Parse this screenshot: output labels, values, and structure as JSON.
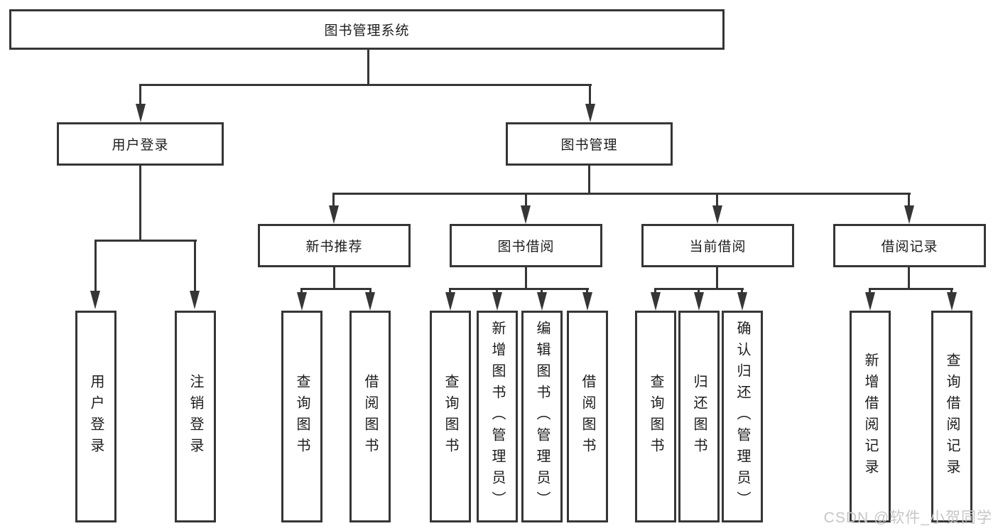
{
  "diagram": {
    "title": "图书管理系统",
    "branches": [
      {
        "label": "用户登录",
        "leaves": [
          {
            "label": "用户登录"
          },
          {
            "label": "注销登录"
          }
        ]
      },
      {
        "label": "图书管理",
        "groups": [
          {
            "label": "新书推荐",
            "leaves": [
              {
                "label": "查询图书"
              },
              {
                "label": "借阅图书"
              }
            ]
          },
          {
            "label": "图书借阅",
            "leaves": [
              {
                "label": "查询图书"
              },
              {
                "label": "新增图书（管理员）"
              },
              {
                "label": "编辑图书（管理员）"
              },
              {
                "label": "借阅图书"
              }
            ]
          },
          {
            "label": "当前借阅",
            "leaves": [
              {
                "label": "查询图书"
              },
              {
                "label": "归还图书"
              },
              {
                "label": "确认归还（管理员）"
              }
            ]
          },
          {
            "label": "借阅记录",
            "leaves": [
              {
                "label": "新增借阅记录"
              },
              {
                "label": "查询借阅记录"
              }
            ]
          }
        ]
      }
    ]
  },
  "watermark": {
    "text": "CSDN @软件_小贺同学"
  },
  "colors": {
    "line": "#363636",
    "text": "#1c1c1c",
    "watermark": "#c6c6c6",
    "background": "#ffffff"
  }
}
